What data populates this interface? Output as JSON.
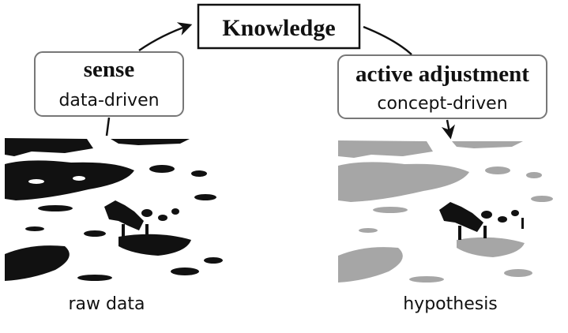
{
  "knowledge": {
    "label": "Knowledge"
  },
  "sense": {
    "title": "sense",
    "subtitle": "data-driven"
  },
  "adjustment": {
    "title": "active adjustment",
    "subtitle": "concept-driven"
  },
  "left_image": {
    "caption": "raw data"
  },
  "right_image": {
    "caption": "hypothesis"
  },
  "colors": {
    "ink": "#111111",
    "box_border": "#777777",
    "hypothesis_fill": "#a6a6a6",
    "background": "#ffffff"
  }
}
